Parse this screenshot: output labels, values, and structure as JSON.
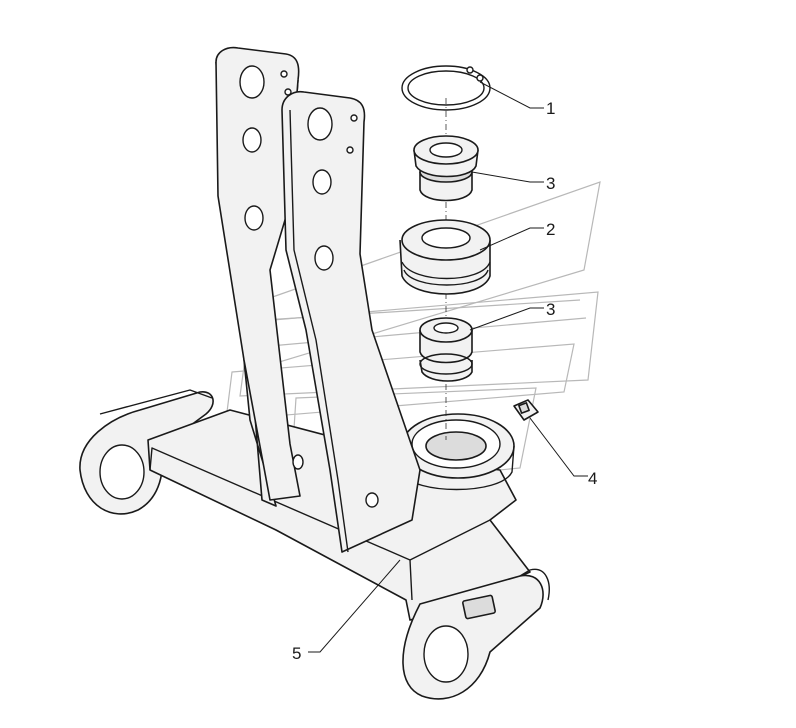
{
  "callouts": {
    "c1": "1",
    "c3a": "3",
    "c2": "2",
    "c3b": "3",
    "c4": "4",
    "c5": "5"
  },
  "colors": {
    "line": "#1a1a1a",
    "fill": "#f2f2f2",
    "watermark": "#b8b8b8"
  }
}
